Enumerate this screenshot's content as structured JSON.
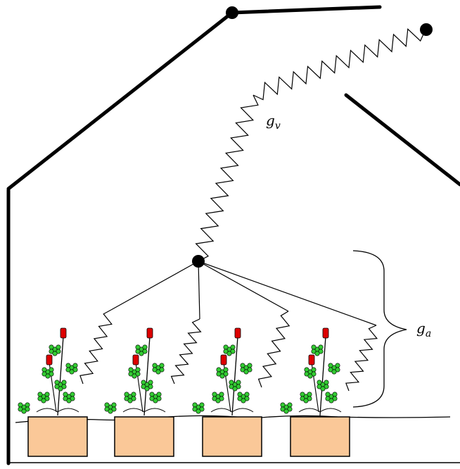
{
  "labels": {
    "gv": {
      "base": "g",
      "sub": "v"
    },
    "ga": {
      "base": "g",
      "sub": "a"
    }
  },
  "colors": {
    "line": "#000000",
    "pot": "#fac898",
    "leaf": "#33cc33",
    "fruit": "#dd0000"
  },
  "plant_count": 4,
  "icons": [
    "roof-line",
    "wall-line",
    "node",
    "spring",
    "brace",
    "plant",
    "pot",
    "soil-line"
  ]
}
